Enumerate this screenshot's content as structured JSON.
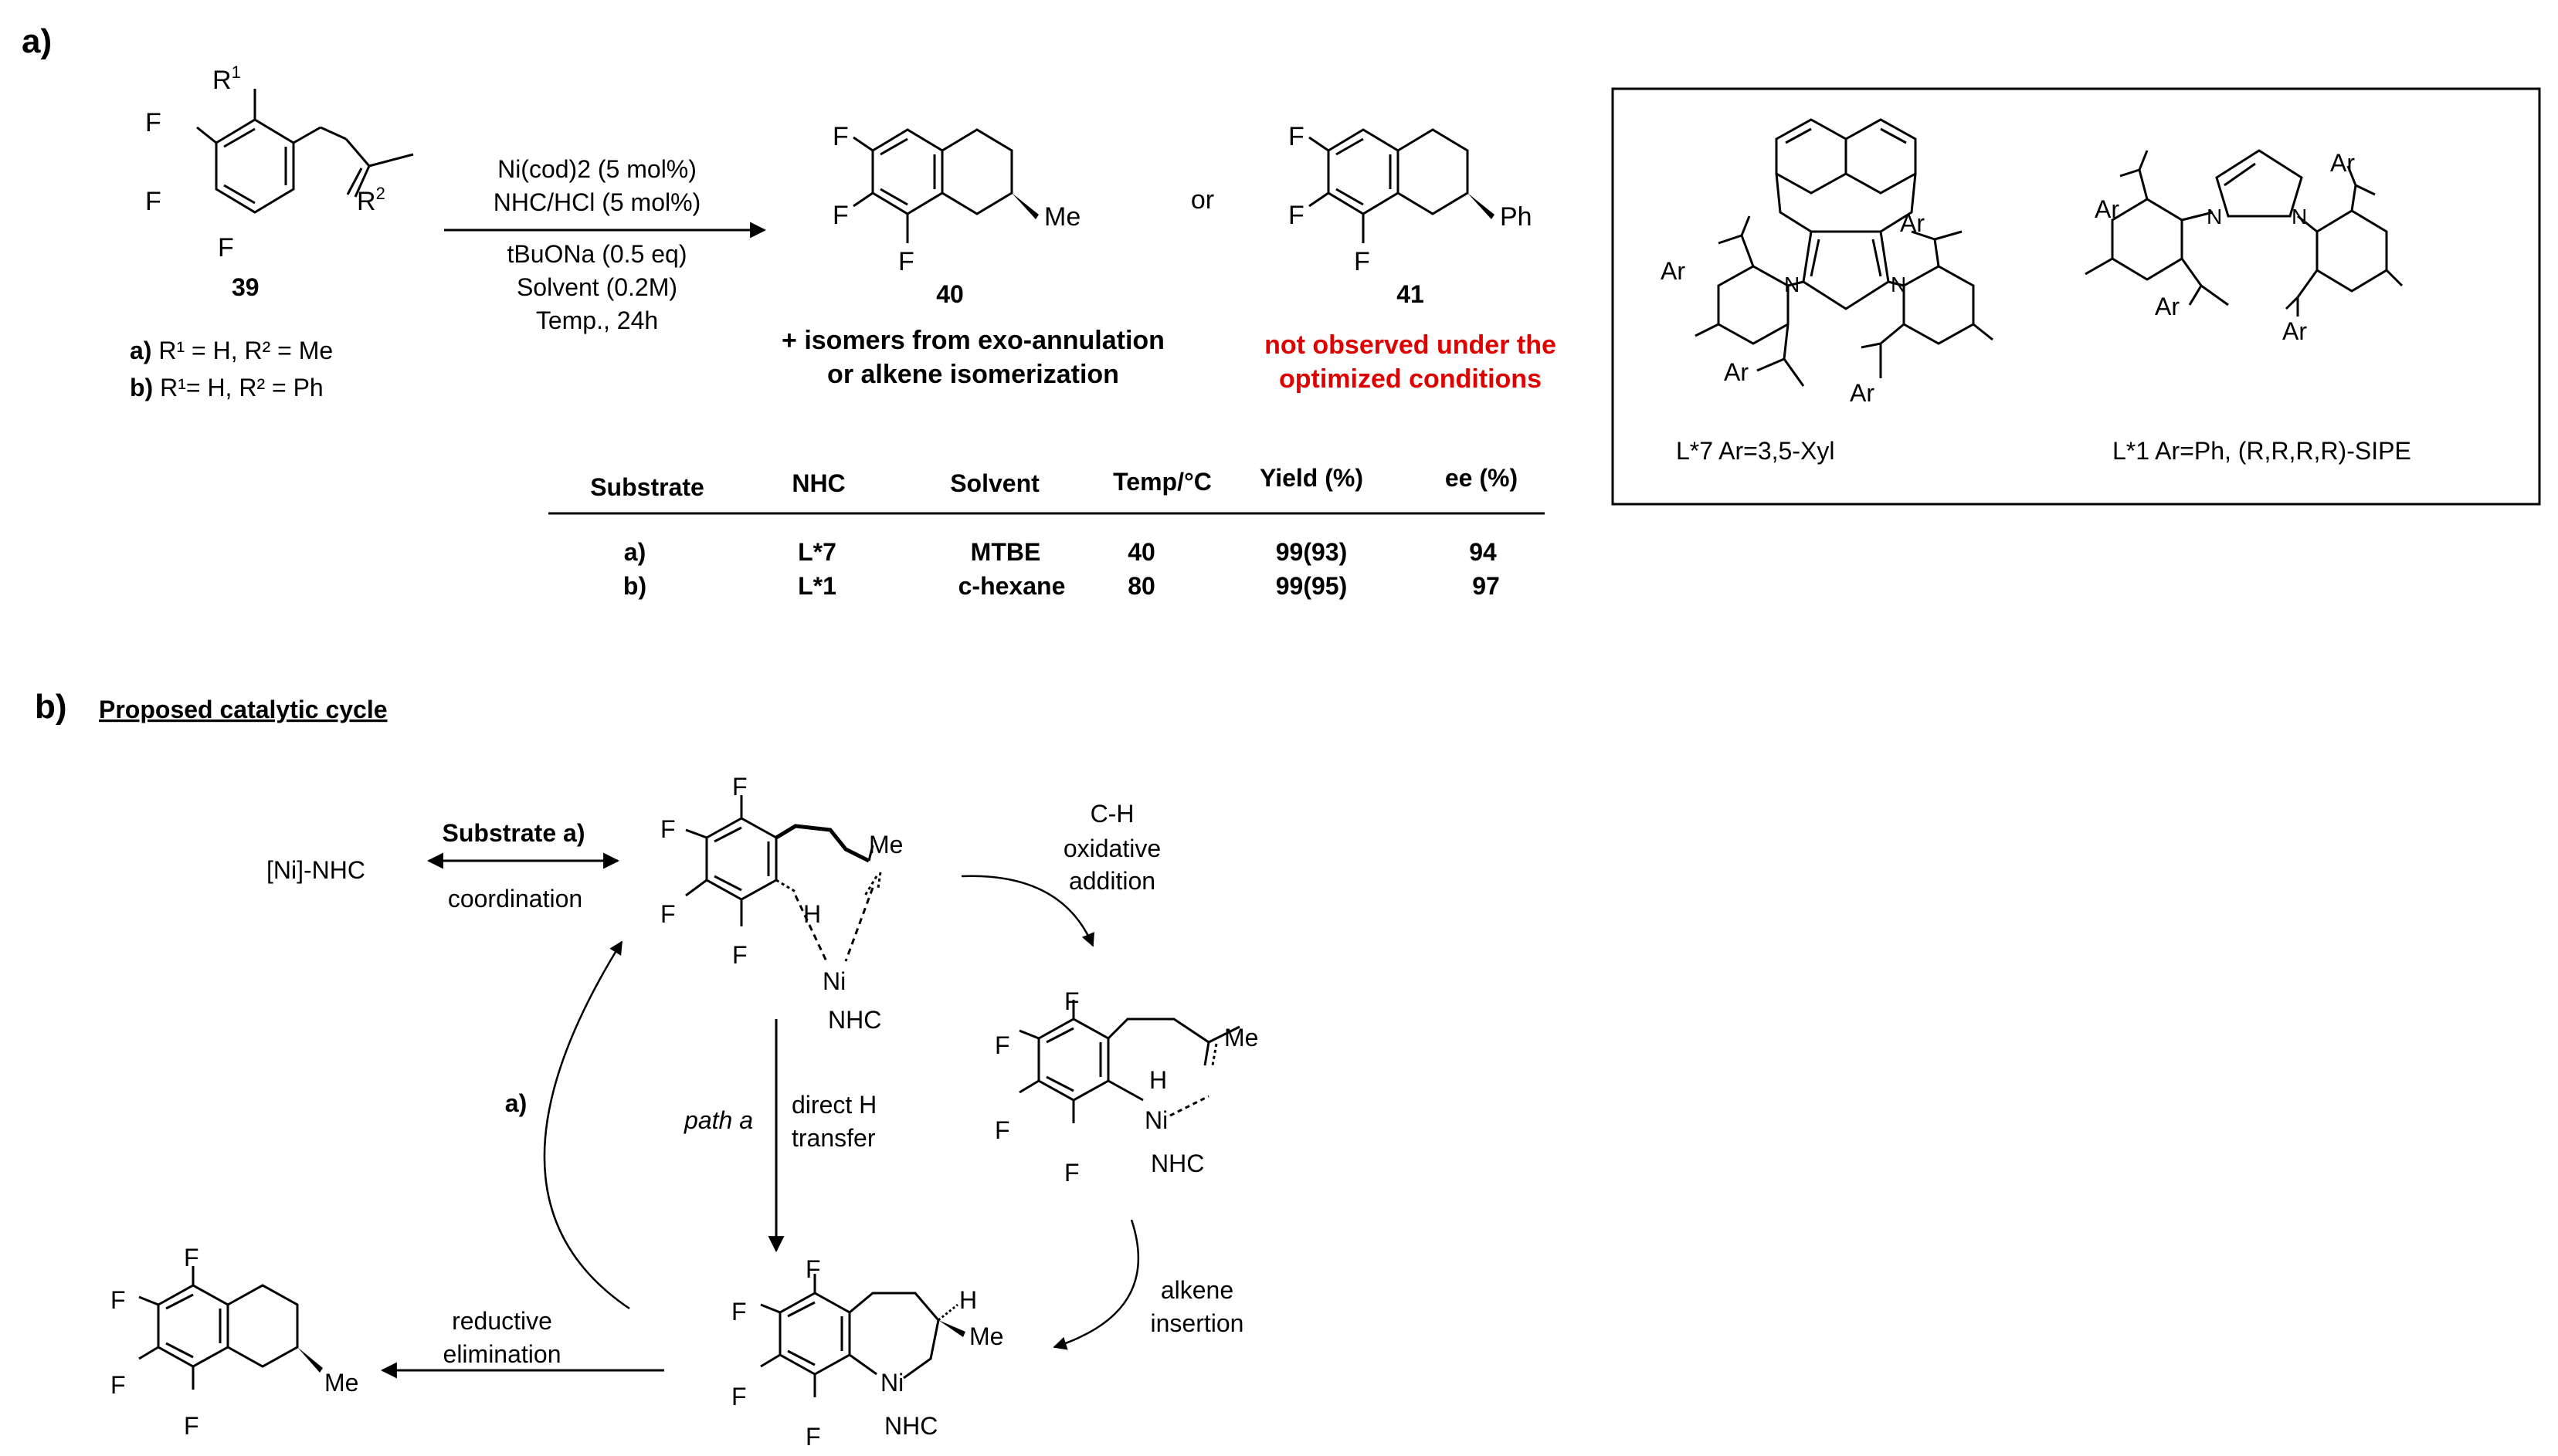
{
  "panel_a": {
    "label": "a)",
    "substrate": {
      "R1": "R",
      "R1_sup": "1",
      "R2": "R",
      "R2_sup": "2",
      "F": "F",
      "number": "39"
    },
    "variant_a": {
      "key": "a)",
      "text": "R¹ = H, R² = Me"
    },
    "variant_b": {
      "key": "b)",
      "text": "R¹= H, R² = Ph"
    },
    "conditions": [
      "Ni(cod)2 (5 mol%)",
      "NHC/HCl (5 mol%)",
      "tBuONa (0.5 eq)",
      "Solvent (0.2M)",
      "Temp., 24h"
    ],
    "product40": {
      "number": "40",
      "substituent": "Me",
      "note_line1": "+ isomers from exo-annulation",
      "note_line2": "or alkene isomerization"
    },
    "or_text": "or",
    "product41": {
      "number": "41",
      "substituent": "Ph",
      "note_line1": "not observed under the",
      "note_line2": "optimized conditions"
    },
    "table": {
      "headers": [
        "Substrate",
        "NHC",
        "Solvent",
        "Temp/°C",
        "Yield (%)",
        "ee (%)"
      ],
      "rows": [
        [
          "a)",
          "L*7",
          "MTBE",
          "40",
          "99(93)",
          "94"
        ],
        [
          "b)",
          "L*1",
          "c-hexane",
          "80",
          "99(95)",
          "97"
        ]
      ]
    },
    "ligands": {
      "ar": "Ar",
      "n": "N",
      "L7_label": "L*7 Ar=3,5-Xyl",
      "L1_label": "L*1   Ar=Ph, (R,R,R,R)-SIPE"
    }
  },
  "panel_b": {
    "label": "b)",
    "title": "Proposed catalytic cycle",
    "ni_nhc": "[Ni]-NHC",
    "substrate_arrow": "Substrate a)",
    "coordination": "coordination",
    "ch_line1": "C-H",
    "ch_line2": "oxidative",
    "ch_line3": "addition",
    "path_a": "path a",
    "direct_line1": "direct H",
    "direct_line2": "transfer",
    "a_label": "a)",
    "alkene_line1": "alkene",
    "alkene_line2": "insertion",
    "reductive_line1": "reductive",
    "reductive_line2": "elimination",
    "atoms": {
      "F": "F",
      "H": "H",
      "Ni": "Ni",
      "NHC": "NHC",
      "Me": "Me"
    }
  }
}
